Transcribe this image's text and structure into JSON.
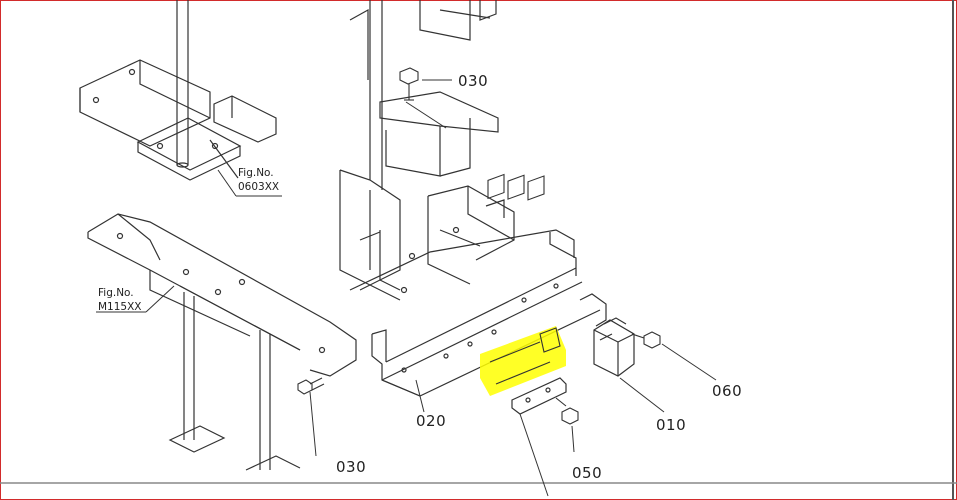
{
  "diagram": {
    "callouts": [
      {
        "id": "callout-030-top",
        "label": "030"
      },
      {
        "id": "callout-020",
        "label": "020"
      },
      {
        "id": "callout-030-bottom",
        "label": "030"
      },
      {
        "id": "callout-050",
        "label": "050"
      },
      {
        "id": "callout-010",
        "label": "010"
      },
      {
        "id": "callout-060",
        "label": "060"
      }
    ],
    "figure_refs": [
      {
        "id": "fig-ref-0603",
        "line1": "Fig.No.",
        "line2": "0603XX"
      },
      {
        "id": "fig-ref-m115",
        "line1": "Fig.No.",
        "line2": "M115XX"
      }
    ],
    "colors": {
      "highlight": "#ffff00",
      "frame_border": "#d22b2b",
      "line": "#333333"
    }
  }
}
